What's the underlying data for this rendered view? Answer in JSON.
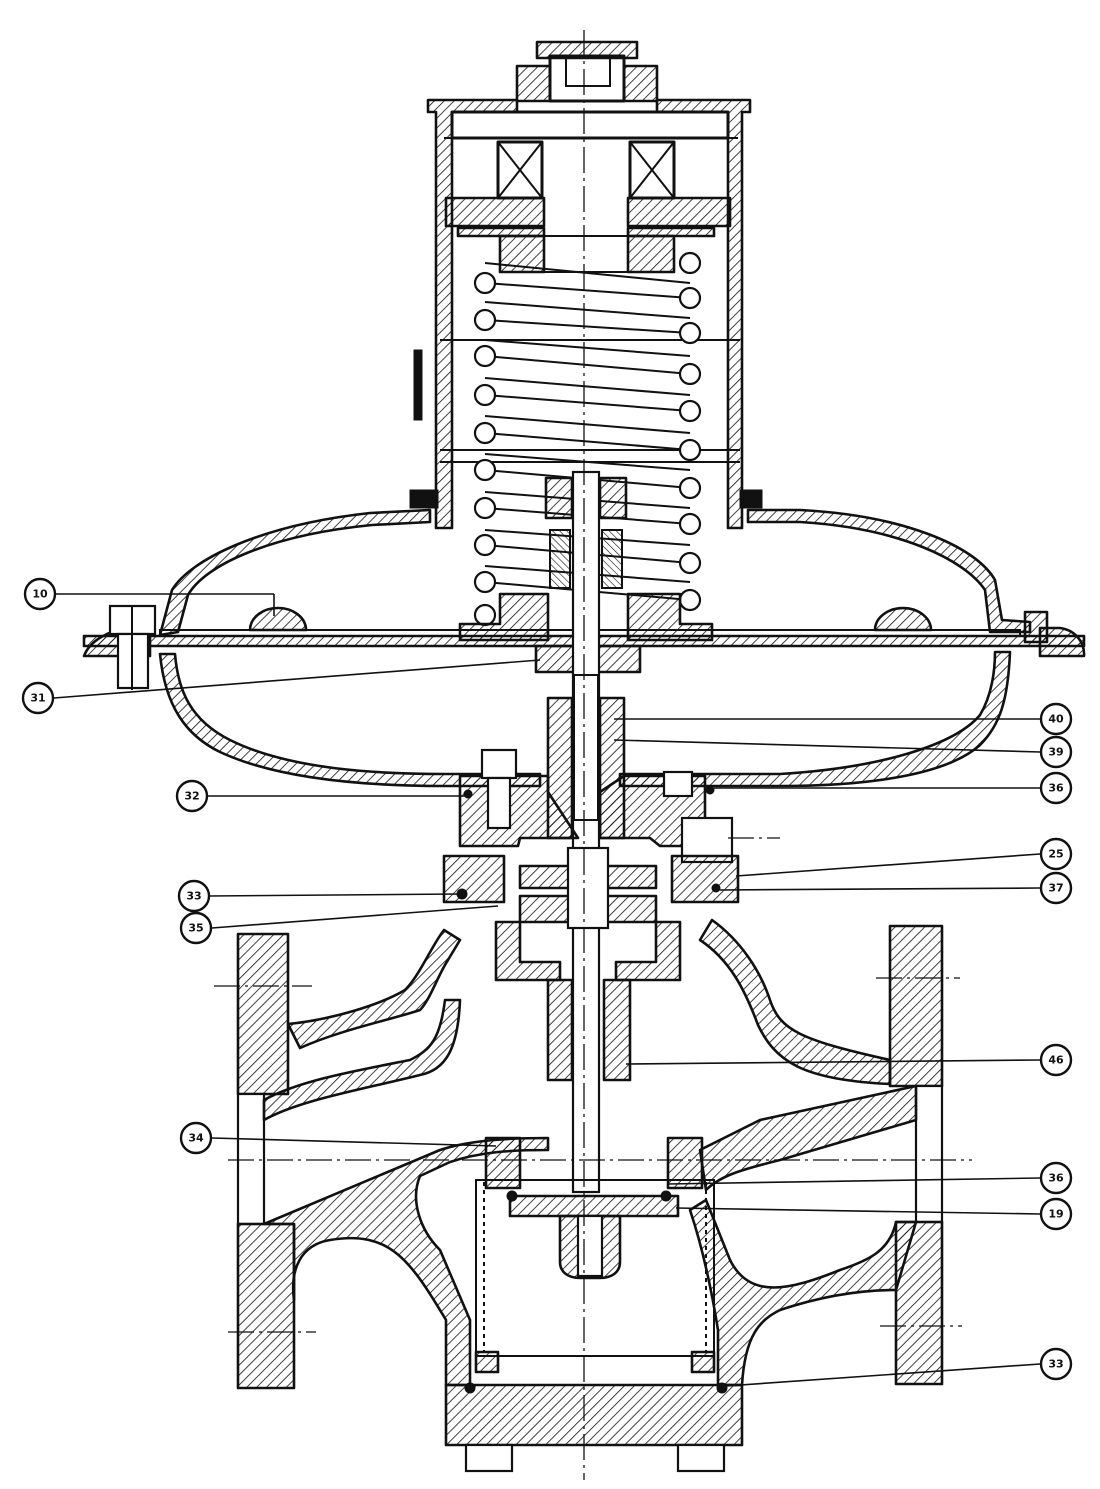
{
  "callouts": {
    "c10": "10",
    "c31": "31",
    "c32": "32",
    "c33a": "33",
    "c35": "35",
    "c34": "34",
    "c40": "40",
    "c39": "39",
    "c36a": "36",
    "c25": "25",
    "c37": "37",
    "c46": "46",
    "c36b": "36",
    "c19": "19",
    "c33b": "33"
  }
}
